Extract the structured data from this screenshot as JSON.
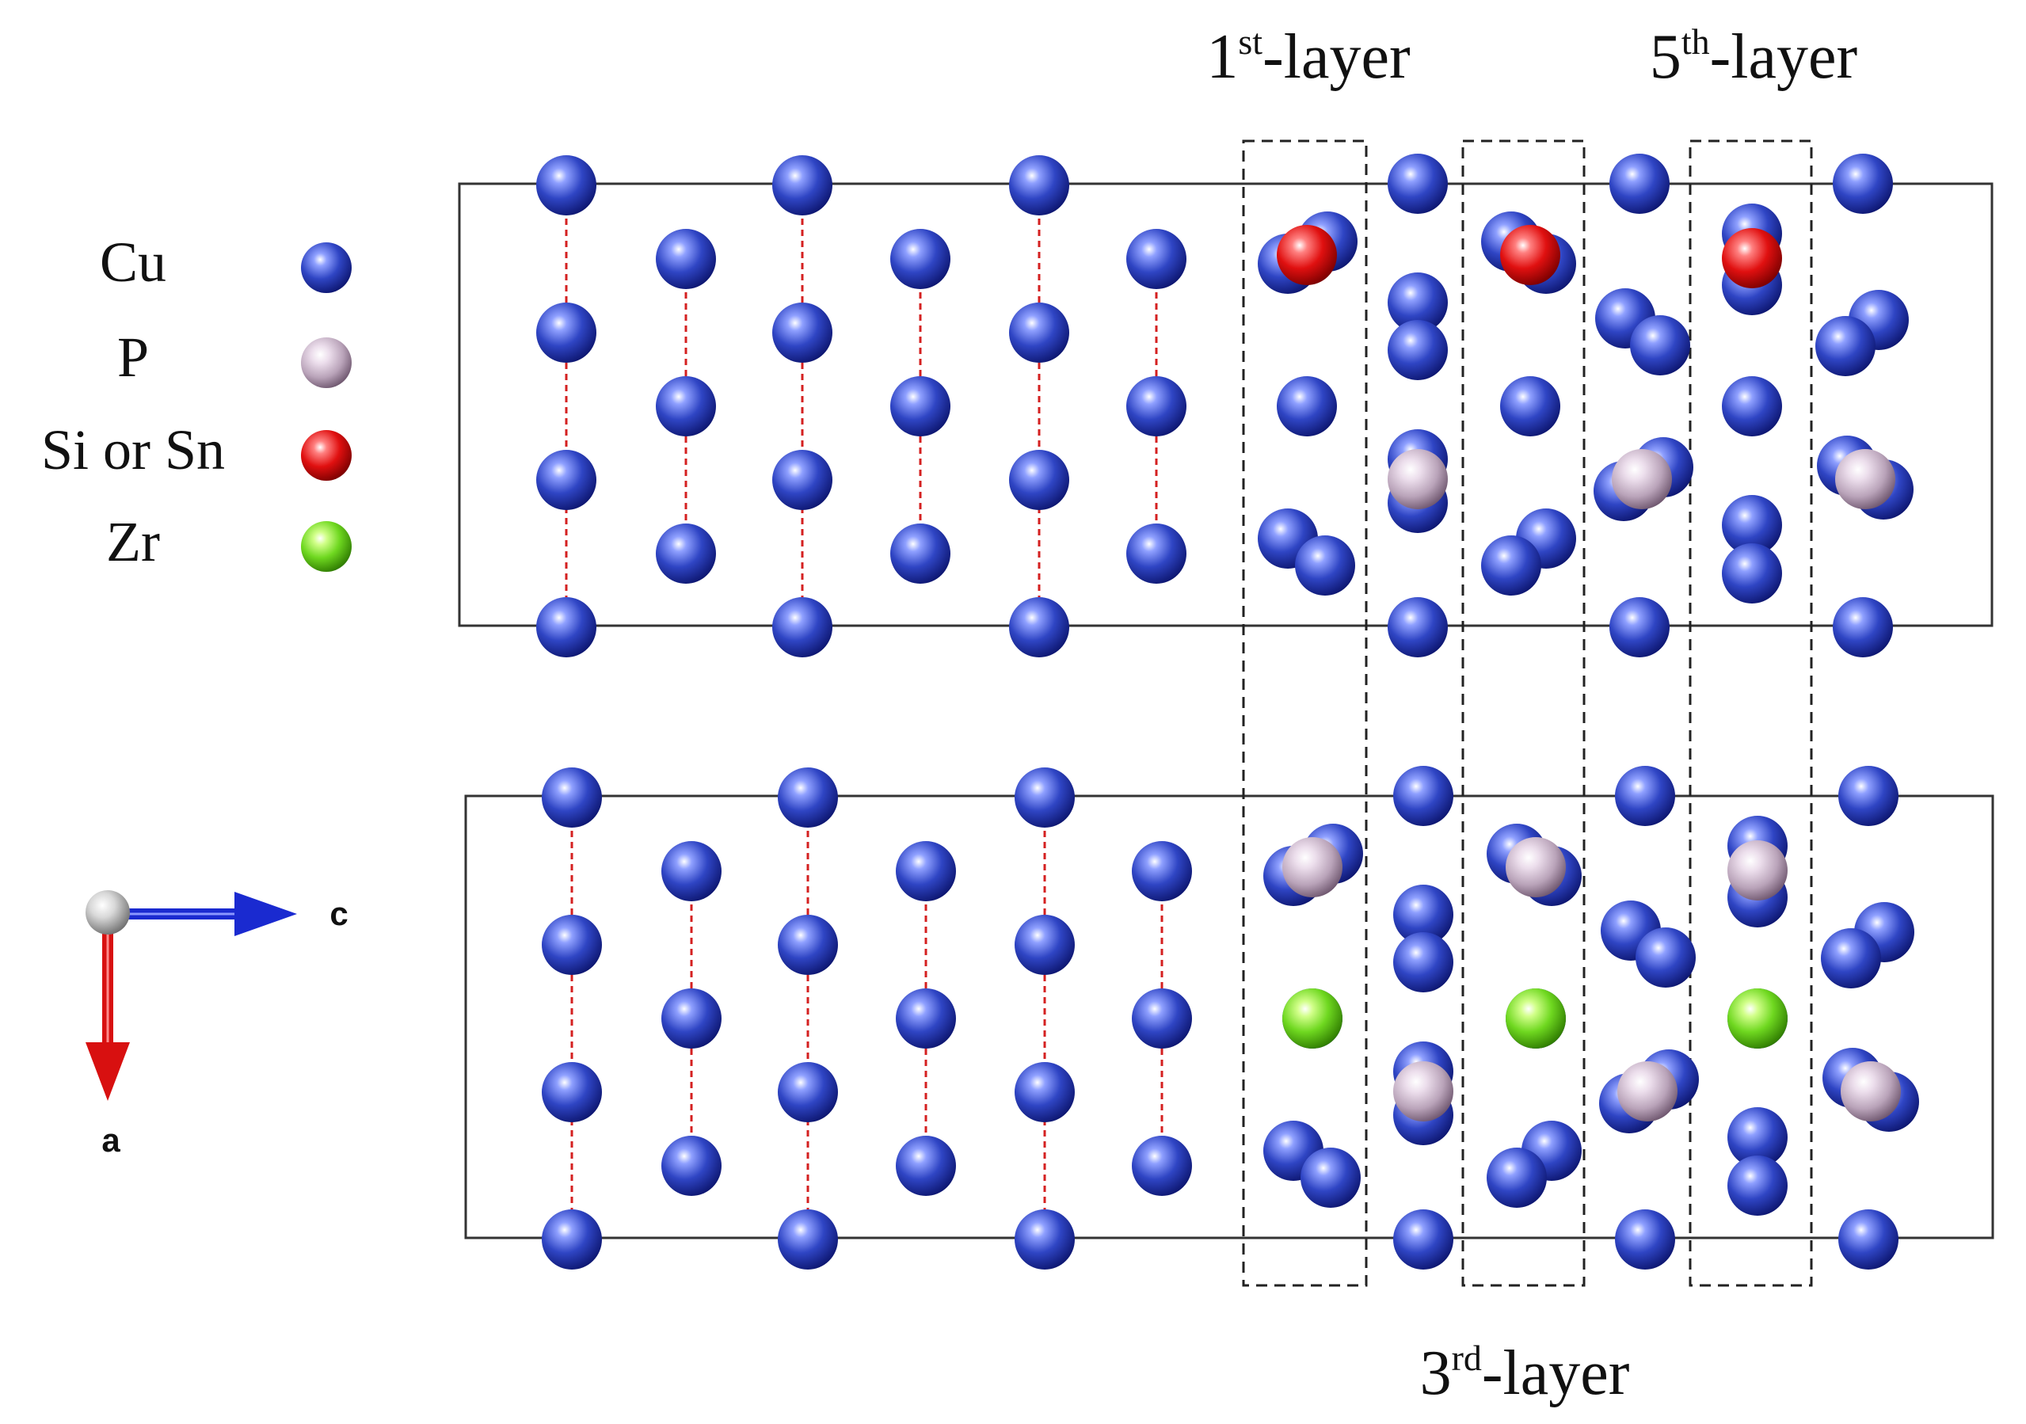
{
  "legend": {
    "items": [
      {
        "label": "Cu",
        "atom": "cu"
      },
      {
        "label": "P",
        "atom": "p"
      },
      {
        "label": "Si or Sn",
        "atom": "si"
      },
      {
        "label": "Zr",
        "atom": "zr"
      }
    ]
  },
  "axes": {
    "c_label": "c",
    "a_label": "a"
  },
  "layer_labels": {
    "first": {
      "num": "1",
      "sup": "st",
      "rest": "-layer"
    },
    "third": {
      "num": "3",
      "sup": "rd",
      "rest": "-layer"
    },
    "fifth": {
      "num": "5",
      "sup": "th",
      "rest": "-layer"
    }
  },
  "colors": {
    "cu": "#2f45c4",
    "p": "#c9b6c9",
    "si": "#e01010",
    "zr": "#6fd820",
    "bond_dash": "#d42020",
    "axis_c": "#1a2ad0",
    "axis_a": "#d81010",
    "frame": "#333333",
    "layer_box": "#222222"
  }
}
